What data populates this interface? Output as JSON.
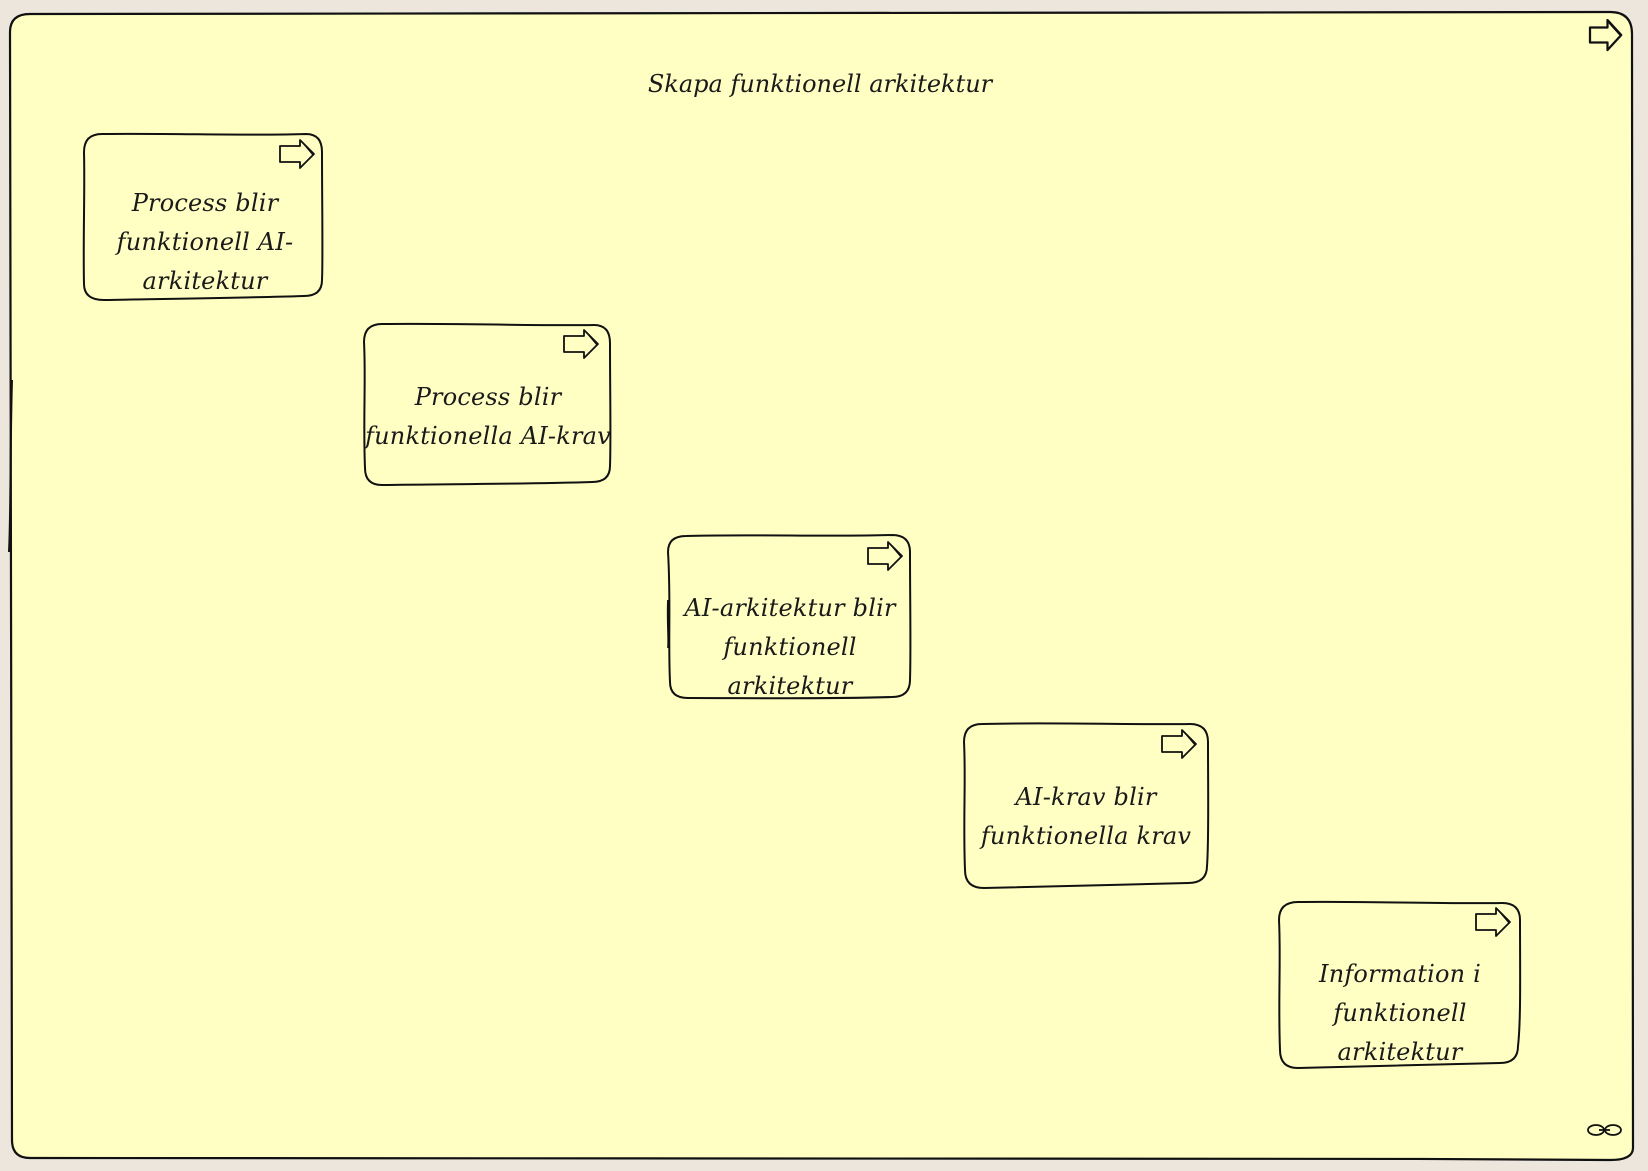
{
  "diagram": {
    "group": {
      "title": "Skapa funktionell arkitektur",
      "fill": "#ffffc4",
      "stroke": "#111111",
      "icon": "process-arrow-icon",
      "footer_icon": "link-icon"
    },
    "process_boxes": [
      {
        "label": "Process blir funktionell AI-arkitektur",
        "icon": "process-arrow-icon"
      },
      {
        "label": "Process blir funktionella AI-krav",
        "icon": "process-arrow-icon"
      },
      {
        "label": "AI-arkitektur blir funktionell arkitektur",
        "icon": "process-arrow-icon"
      },
      {
        "label": "AI-krav blir funktionella krav",
        "icon": "process-arrow-icon"
      },
      {
        "label": "Information i funktionell arkitektur",
        "icon": "process-arrow-icon"
      }
    ]
  }
}
